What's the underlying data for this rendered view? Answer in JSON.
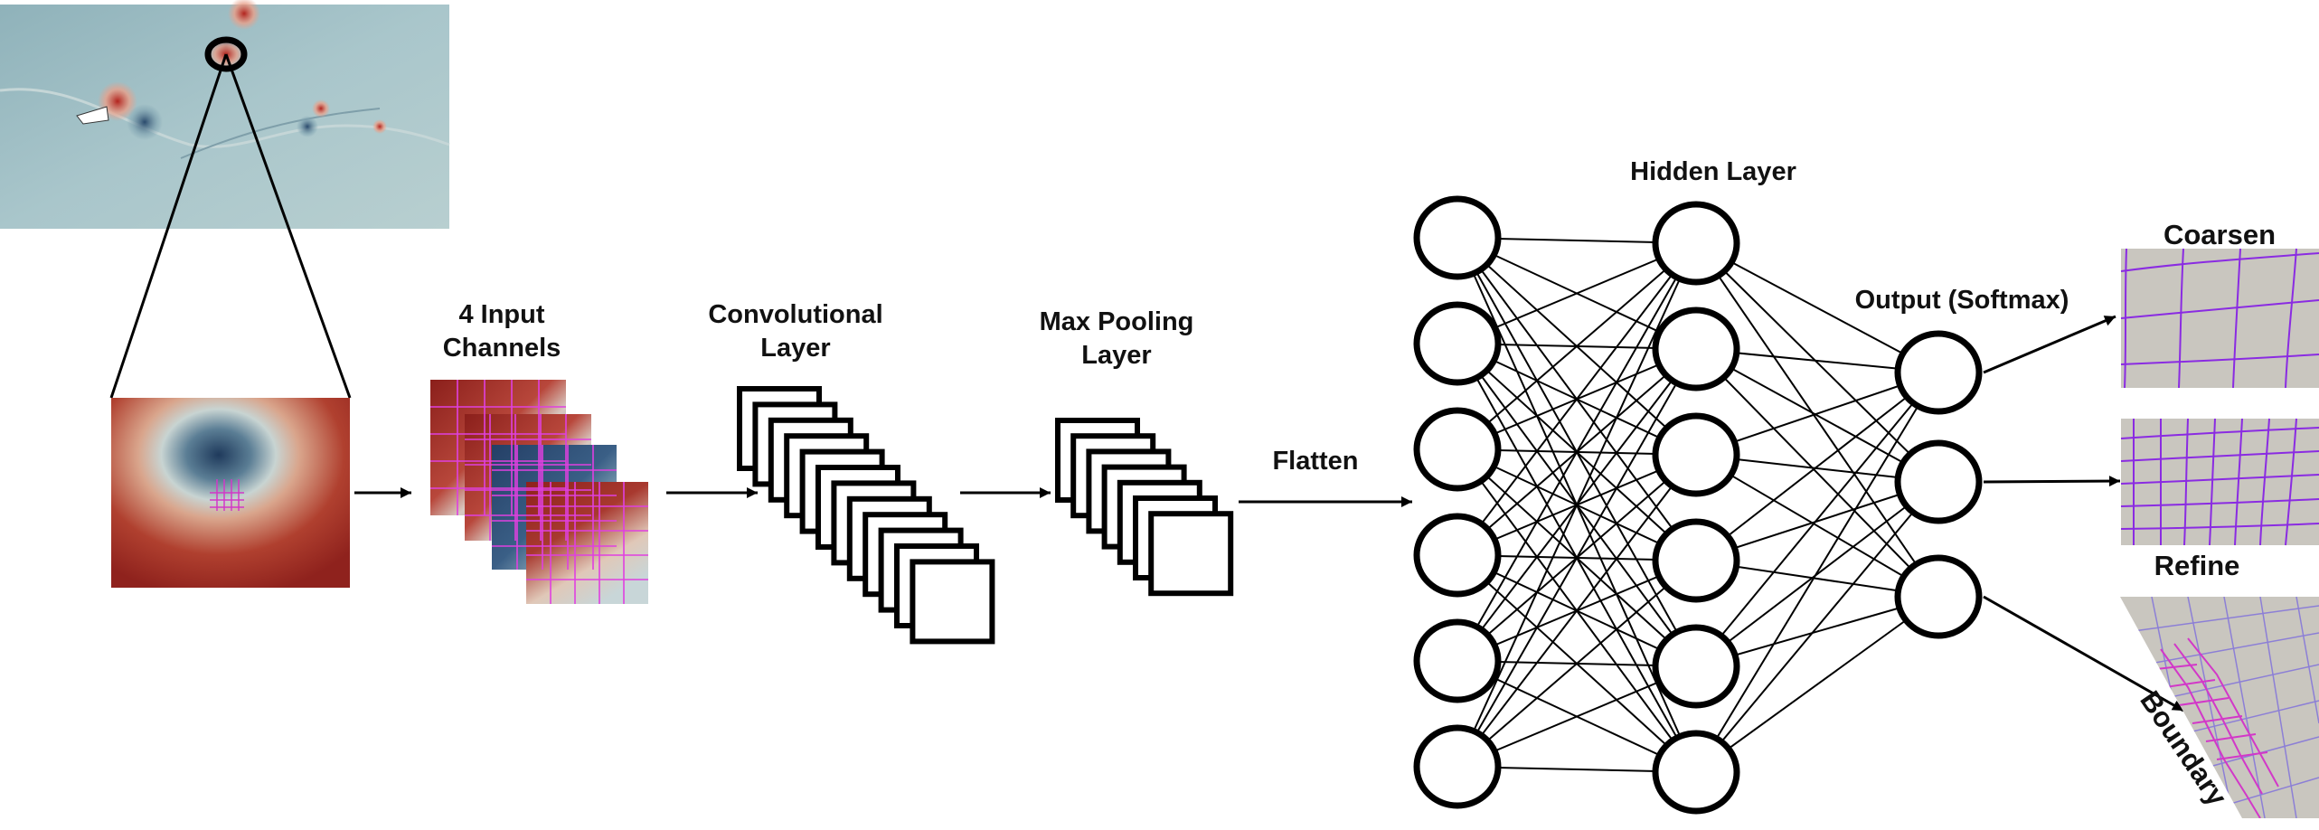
{
  "labels": {
    "input_channels": "4 Input\nChannels",
    "conv_layer": "Convolutional\nLayer",
    "max_pooling": "Max Pooling\nLayer",
    "flatten": "Flatten",
    "hidden_layer": "Hidden Layer",
    "output": "Output (Softmax)",
    "coarsen": "Coarsen",
    "refine": "Refine",
    "boundary": "Boundary"
  },
  "network": {
    "input_neurons": 6,
    "hidden_neurons": 6,
    "output_neurons": 3,
    "conv_feature_maps": 12,
    "pool_feature_maps": 7,
    "input_channel_count": 4
  },
  "colors": {
    "field_light": "#9fbfc6",
    "field_dark": "#2f4e74",
    "field_red": "#9b2a24",
    "mesh_grid_magenta": "#d238c8",
    "mesh_grid_purple": "#8a2be2",
    "mesh_bg": "#c9c6bf",
    "line": "#000000"
  }
}
